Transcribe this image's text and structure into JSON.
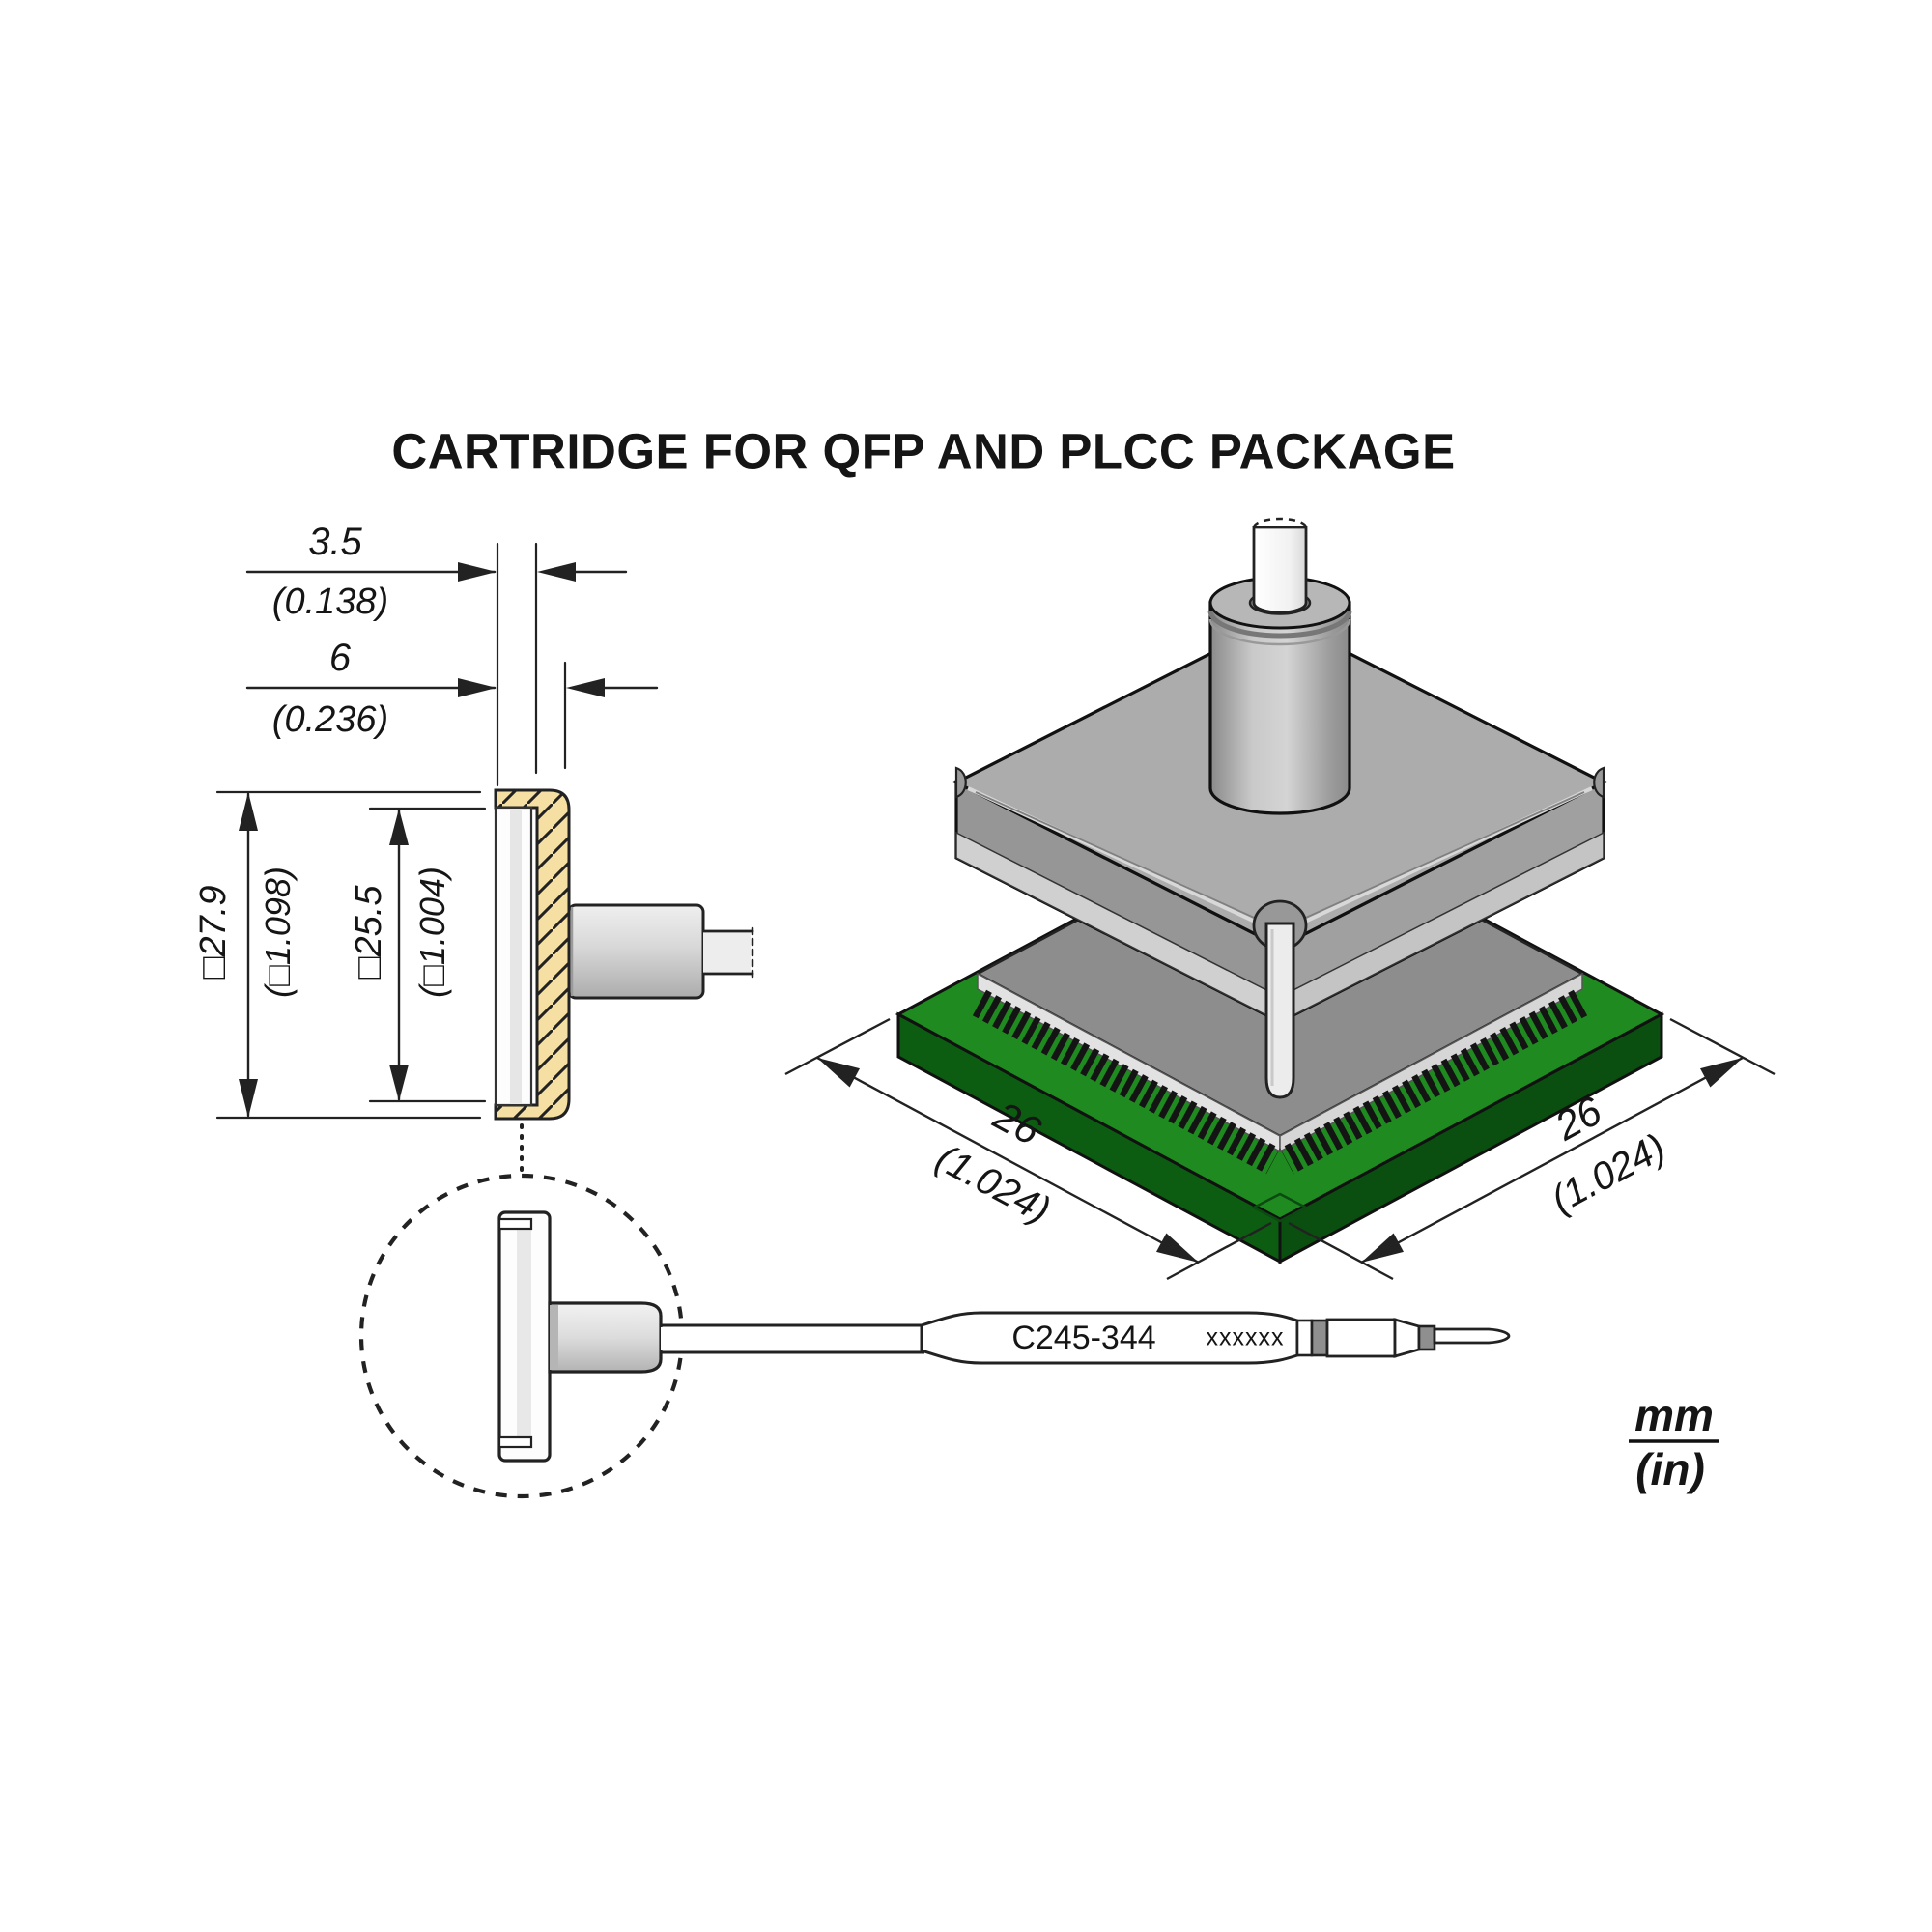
{
  "title": "CARTRIDGE FOR QFP AND PLCC PACKAGE",
  "section_view": {
    "lip_depth": {
      "mm": "3.5",
      "in": "(0.138)"
    },
    "total_depth": {
      "mm": "6",
      "in": "(0.236)"
    },
    "outer_square": {
      "mm": "□27.9",
      "in": "(□1.098)"
    },
    "inner_square": {
      "mm": "□25.5",
      "in": "(□1.004)"
    }
  },
  "isometric_view": {
    "left_side": {
      "mm": "26",
      "in": "(1.024)"
    },
    "right_side": {
      "mm": "26",
      "in": "(1.024)"
    }
  },
  "side_view": {
    "model": "C245-344",
    "marking": "xxxxxx"
  },
  "legend": {
    "top": "mm",
    "bottom": "(in)"
  },
  "colors": {
    "line": "#1a1a1a",
    "section_hatch_fill": "#F5DFA2",
    "pcb_green_top": "#1F8A1F",
    "pcb_green_side": "#0C5C12",
    "tip_block_gray": "#ACACAC",
    "chip_gray": "#8D8D8D",
    "pin_black": "#141414",
    "metal_band_gray": "#8F8F8F"
  }
}
